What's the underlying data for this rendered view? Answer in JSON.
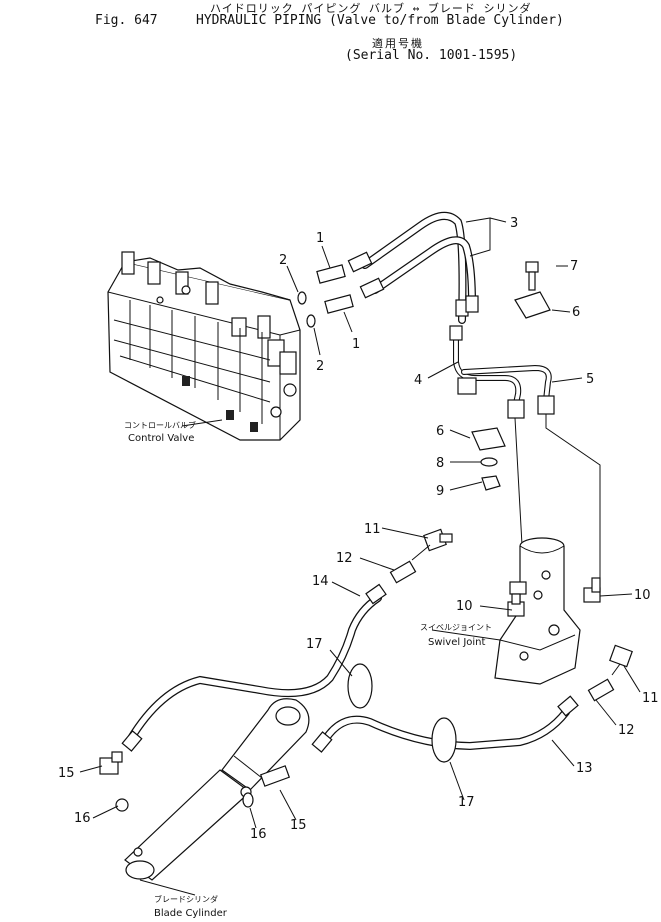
{
  "header": {
    "japanese_title": "ハイドロリック パイピング   バルブ ↔ ブレード シリンダ",
    "fig_number": "Fig. 647",
    "title": "HYDRAULIC PIPING (Valve to/from Blade Cylinder)",
    "serial_ja": "適用号機",
    "serial": "(Serial No. 1001-1595)"
  },
  "components": {
    "control_valve": {
      "ja": "コントロールバルブ",
      "en": "Control Valve"
    },
    "swivel_joint": {
      "ja": "スイベルジョイント",
      "en": "Swivel Joint"
    },
    "blade_cylinder": {
      "ja": "ブレードシリンダ",
      "en": "Blade Cylinder"
    }
  },
  "callouts": {
    "c1a": "1",
    "c1b": "1",
    "c2a": "2",
    "c2b": "2",
    "c3": "3",
    "c4": "4",
    "c5": "5",
    "c6a": "6",
    "c6b": "6",
    "c7": "7",
    "c8": "8",
    "c9": "9",
    "c10a": "10",
    "c10b": "10",
    "c11a": "11",
    "c11b": "11",
    "c12a": "12",
    "c12b": "12",
    "c13": "13",
    "c14": "14",
    "c15a": "15",
    "c15b": "15",
    "c16a": "16",
    "c16b": "16",
    "c17a": "17",
    "c17b": "17"
  }
}
